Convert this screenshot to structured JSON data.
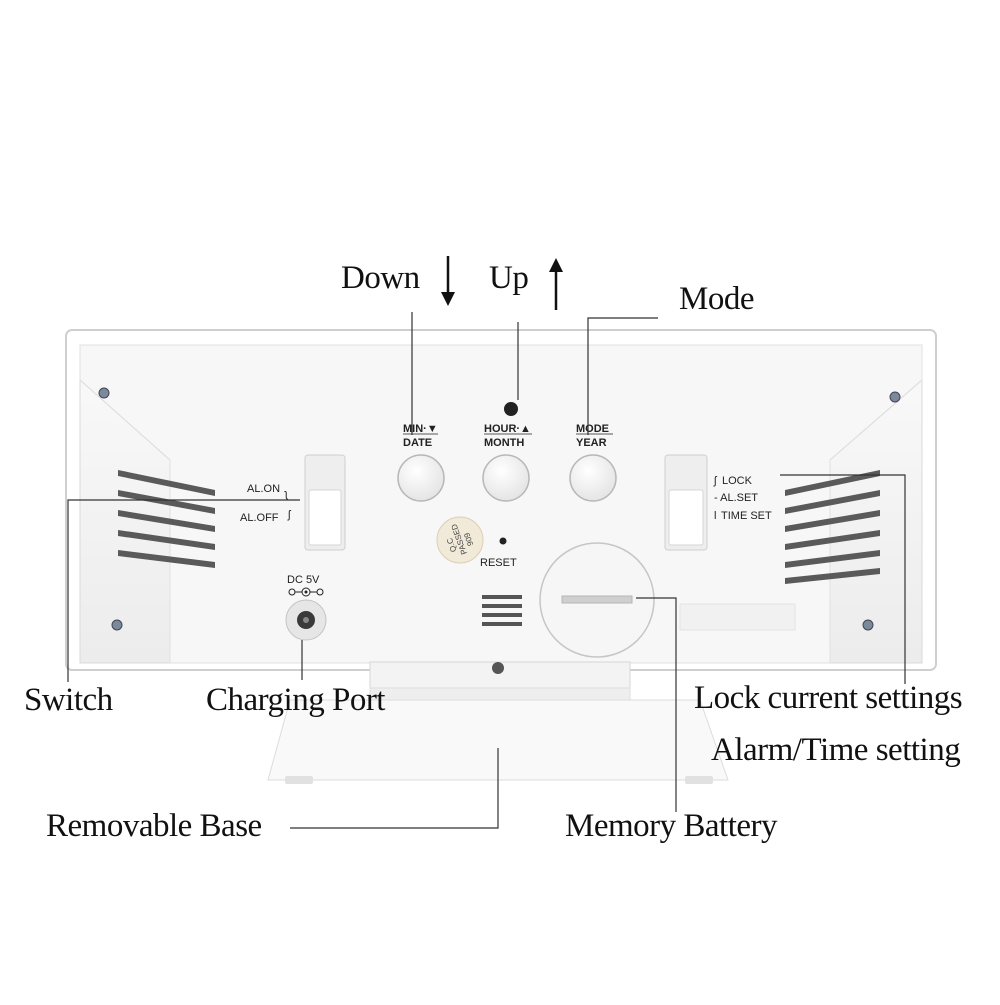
{
  "callouts": {
    "down": "Down",
    "up": "Up",
    "mode": "Mode",
    "switch": "Switch",
    "charging_port": "Charging Port",
    "lock_current_settings": "Lock current settings",
    "alarm_time_setting": "Alarm/Time setting",
    "removable_base": "Removable Base",
    "memory_battery": "Memory Battery"
  },
  "device": {
    "buttons": [
      {
        "line1": "MIN·▼",
        "line2": "DATE"
      },
      {
        "line1": "HOUR·▲",
        "line2": "MONTH"
      },
      {
        "line1": "MODE",
        "line2": "YEAR"
      }
    ],
    "left_switch": {
      "on_label": "AL.ON",
      "off_label": "AL.OFF"
    },
    "right_switch": {
      "lock_label": "LOCK",
      "alset_label": "AL.SET",
      "timeset_label": "TIME SET"
    },
    "dc_label": "DC 5V",
    "reset_label": "RESET",
    "qc_sticker": {
      "line1": "Q.C",
      "line2": "PASSED",
      "line3": "909"
    }
  },
  "icons": {
    "down_arrow": "arrow-down-icon",
    "up_arrow": "arrow-up-icon",
    "dc_polarity": "dc-polarity-icon"
  },
  "colors": {
    "body": "#f4f4f4",
    "shadow": "#d8d8d8",
    "ink": "#111111"
  }
}
